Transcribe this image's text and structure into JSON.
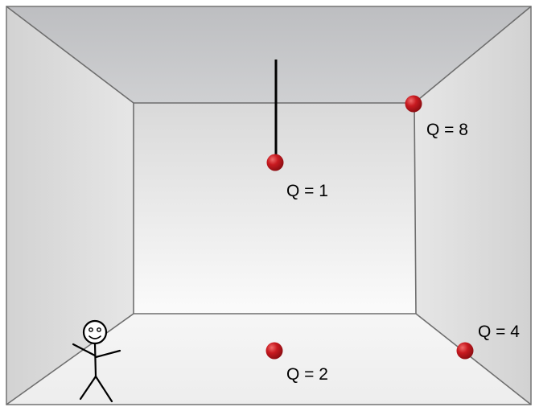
{
  "scene": {
    "charges": [
      {
        "id": "hanging",
        "label": "Q = 1"
      },
      {
        "id": "ceiling-corner",
        "label": "Q = 8"
      },
      {
        "id": "floor-center",
        "label": "Q = 2"
      },
      {
        "id": "floor-right",
        "label": "Q = 4"
      }
    ]
  },
  "colors": {
    "charge": "#c0141b",
    "charge_highlight": "#f06a6a",
    "wall_edge": "#6e6e6e",
    "ceiling": "#c2c3c5",
    "back_wall_top": "#dcdcdc",
    "back_wall_bottom": "#fafafa",
    "floor": "#f3f3f3",
    "side_wall": "#d8d8d8"
  },
  "icons": {
    "person": "stick-figure-icon"
  }
}
